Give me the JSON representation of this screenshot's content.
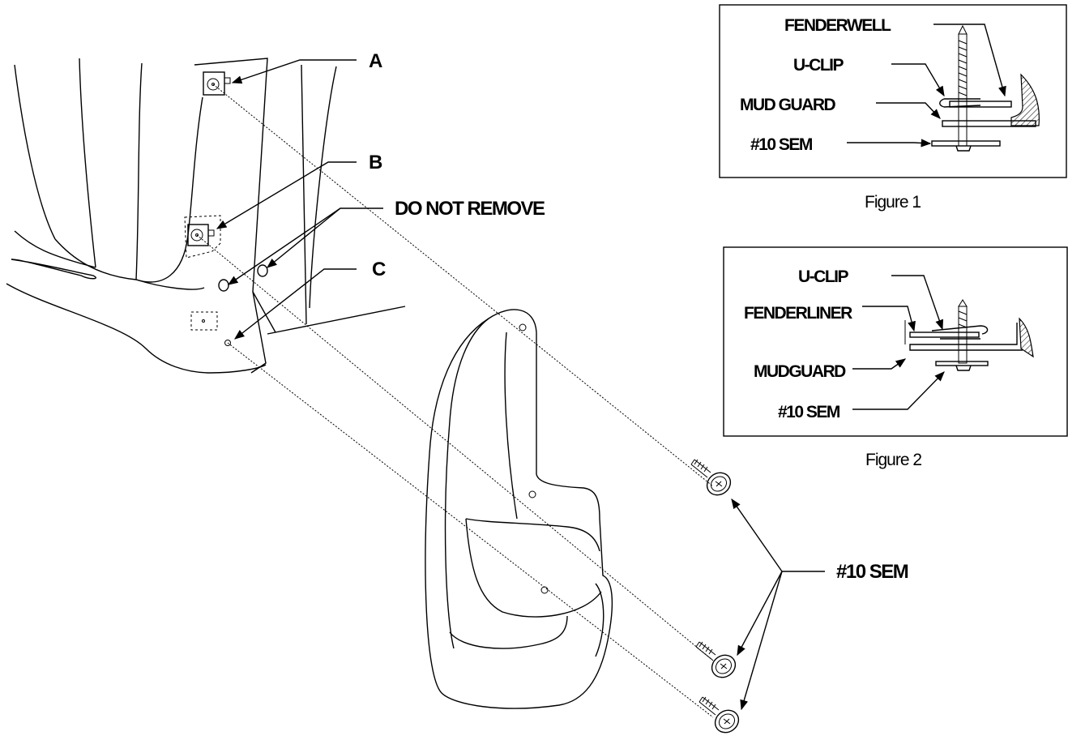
{
  "callouts": {
    "a": "A",
    "b": "B",
    "c": "C",
    "do_not_remove": "DO NOT REMOVE",
    "sem_main": "#10 SEM"
  },
  "figure1": {
    "caption": "Figure 1",
    "fenderwell": "FENDERWELL",
    "u_clip": "U-CLIP",
    "mud_guard": "MUD GUARD",
    "sem": "#10 SEM"
  },
  "figure2": {
    "caption": "Figure 2",
    "u_clip": "U-CLIP",
    "fenderliner": "FENDERLINER",
    "mudguard": "MUDGUARD",
    "sem": "#10 SEM"
  }
}
